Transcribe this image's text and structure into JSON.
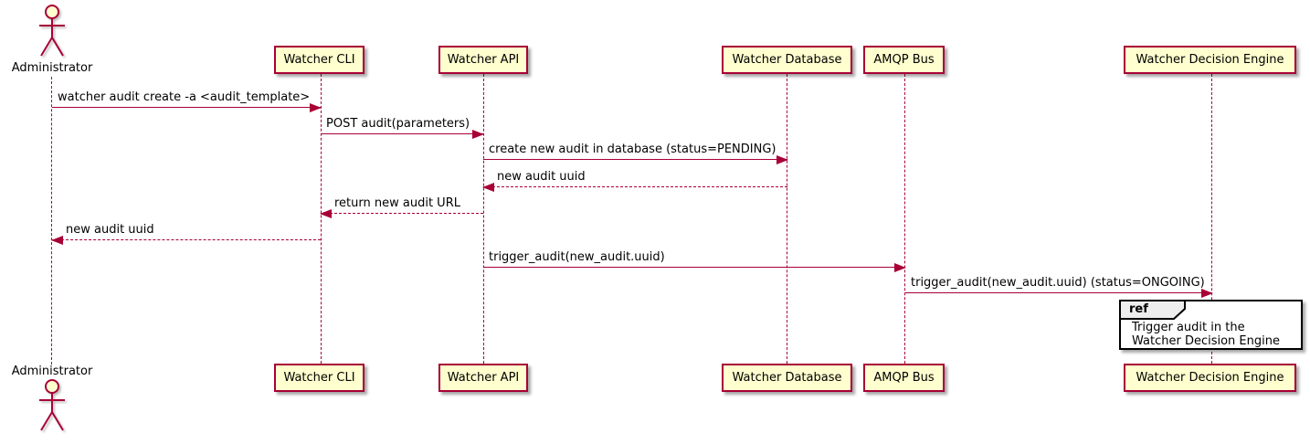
{
  "diagram_type": "sequence",
  "colors": {
    "background": "#FFFFFF",
    "participant_fill": "#FEFECE",
    "participant_border": "#A80036",
    "lifeline": "#A80036",
    "arrow": "#A80036",
    "text": "#000000",
    "ref_fill": "#FFFFFF",
    "ref_border": "#000000",
    "ref_tab_fill": "#EEEEEE"
  },
  "participants": [
    {
      "label": "Administrator",
      "kind": "actor"
    },
    {
      "label": "Watcher CLI",
      "kind": "participant"
    },
    {
      "label": "Watcher API",
      "kind": "participant"
    },
    {
      "label": "Watcher Database",
      "kind": "participant"
    },
    {
      "label": "AMQP Bus",
      "kind": "participant"
    },
    {
      "label": "Watcher Decision Engine",
      "kind": "participant"
    }
  ],
  "messages": [
    {
      "from": "Administrator",
      "to": "Watcher CLI",
      "label": "watcher audit create -a <audit_template>",
      "line": "solid",
      "direction": "right"
    },
    {
      "from": "Watcher CLI",
      "to": "Watcher API",
      "label": "POST audit(parameters)",
      "line": "solid",
      "direction": "right"
    },
    {
      "from": "Watcher API",
      "to": "Watcher Database",
      "label": "create new audit in database (status=PENDING)",
      "line": "solid",
      "direction": "right"
    },
    {
      "from": "Watcher Database",
      "to": "Watcher API",
      "label": "new audit uuid",
      "line": "dotted",
      "direction": "left"
    },
    {
      "from": "Watcher API",
      "to": "Watcher CLI",
      "label": "return new audit URL",
      "line": "dotted",
      "direction": "left"
    },
    {
      "from": "Watcher CLI",
      "to": "Administrator",
      "label": "new audit uuid",
      "line": "dotted",
      "direction": "left"
    },
    {
      "from": "Watcher API",
      "to": "AMQP Bus",
      "label": "trigger_audit(new_audit.uuid)",
      "line": "solid",
      "direction": "right"
    },
    {
      "from": "AMQP Bus",
      "to": "Watcher Decision Engine",
      "label": "trigger_audit(new_audit.uuid) (status=ONGOING)",
      "line": "solid",
      "direction": "right"
    }
  ],
  "ref_box": {
    "keyword": "ref",
    "line1": "Trigger audit in the",
    "line2": "Watcher Decision Engine"
  }
}
